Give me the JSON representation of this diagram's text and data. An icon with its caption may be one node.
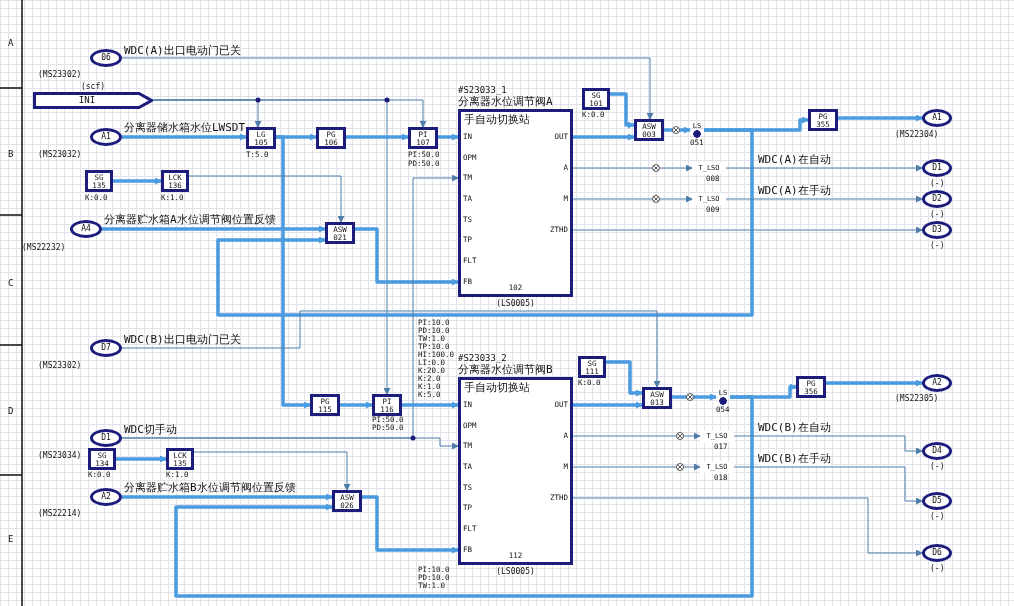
{
  "diagram": {
    "nodes": [
      {
        "text": [
          "06"
        ],
        "beside": [
          "WDC(A)出口电动门已关",
          "(MS23302)"
        ]
      },
      {
        "text": [
          "(scf)",
          "INI"
        ]
      },
      {
        "text": [
          "A1"
        ],
        "beside": [
          "分离器储水箱水位LWSDT",
          "(MS23032)"
        ]
      },
      {
        "text": [
          "LG",
          "105"
        ],
        "beside": [
          "T:5.0"
        ]
      },
      {
        "text": [
          "PG",
          "106"
        ]
      },
      {
        "text": [
          "PI",
          "107"
        ],
        "beside": [
          "PI:50.0",
          "PD:50.0"
        ]
      },
      {
        "text": [
          "SG",
          "135"
        ],
        "beside": [
          "K:0.0"
        ]
      },
      {
        "text": [
          "LCK",
          "136"
        ],
        "beside": [
          "K:1.0"
        ]
      },
      {
        "text": [
          "A4"
        ],
        "beside": [
          "分离器贮水箱A水位调节阀位置反馈",
          "(MS22232)"
        ]
      },
      {
        "text": [
          "ASW",
          "021"
        ]
      },
      {
        "text": [
          "#S23033_1",
          "分离器水位调节阀A",
          "手自动切换站",
          "IN",
          "OPM",
          "TM",
          "TA",
          "TS",
          "TP",
          "FLT",
          "FB",
          "OUT",
          "A",
          "M",
          "ZTHD",
          "102",
          "(LS0005)"
        ],
        "beside": [
          "PI:10.0",
          "PD:10.0",
          "TW:1.0",
          "TP:10.0",
          "HI:100.0",
          "LI:0.0",
          "K:20.0",
          "K:2.0",
          "K:1.0",
          "K:5.0"
        ]
      },
      {
        "text": [
          "SG",
          "101"
        ],
        "beside": [
          "K:0.0"
        ]
      },
      {
        "text": [
          "ASW",
          "003"
        ]
      },
      {
        "text": [
          "LS"
        ],
        "beside": [
          "051"
        ]
      },
      {
        "text": [
          "PG",
          "355"
        ]
      },
      {
        "text": [
          "A1"
        ],
        "beside": [
          "(MS22304)"
        ]
      },
      {
        "text": [
          "D1"
        ],
        "beside": [
          "(-)"
        ]
      },
      {
        "text": [
          "D2"
        ],
        "beside": [
          "(-)"
        ]
      },
      {
        "text": [
          "D3"
        ],
        "beside": [
          "(-)"
        ]
      },
      {
        "text": [
          "T_LSO"
        ],
        "beside": [
          "008"
        ]
      },
      {
        "text": [
          "T_LSO"
        ],
        "beside": [
          "009"
        ]
      },
      {
        "text": [
          "D7"
        ],
        "beside": [
          "WDC(B)出口电动门已关",
          "(MS23302)"
        ]
      },
      {
        "text": [
          "PG",
          "115"
        ]
      },
      {
        "text": [
          "PI",
          "116"
        ],
        "beside": [
          "PI:50.0",
          "PD:50.0"
        ]
      },
      {
        "text": [
          "D1"
        ],
        "beside": [
          "WDC切手动",
          "(MS23034)"
        ]
      },
      {
        "text": [
          "SG",
          "134"
        ],
        "beside": [
          "K:0.0"
        ]
      },
      {
        "text": [
          "LCK",
          "135"
        ],
        "beside": [
          "K:1.0"
        ]
      },
      {
        "text": [
          "A2"
        ],
        "beside": [
          "分离器贮水箱B水位调节阀位置反馈",
          "(MS22214)"
        ]
      },
      {
        "text": [
          "ASW",
          "026"
        ]
      },
      {
        "text": [
          "#S23033_2",
          "分离器水位调节阀B",
          "手自动切换站",
          "IN",
          "OPM",
          "TM",
          "TA",
          "TS",
          "TP",
          "FLT",
          "FB",
          "OUT",
          "A",
          "M",
          "ZTHD",
          "112",
          "(LS0005)"
        ],
        "beside": [
          "PI:10.0",
          "PD:10.0",
          "TW:1.0"
        ]
      },
      {
        "text": [
          "SG",
          "111"
        ],
        "beside": [
          "K:0.0"
        ]
      },
      {
        "text": [
          "ASW",
          "013"
        ]
      },
      {
        "text": [
          "LS"
        ],
        "beside": [
          "054"
        ]
      },
      {
        "text": [
          "PG",
          "356"
        ]
      },
      {
        "text": [
          "A2"
        ],
        "beside": [
          "(MS22305)"
        ]
      },
      {
        "text": [
          "T_LSO"
        ],
        "beside": [
          "017"
        ]
      },
      {
        "text": [
          "T_LSO"
        ],
        "beside": [
          "018"
        ]
      },
      {
        "text": [
          "D4"
        ],
        "beside": [
          "(-)"
        ]
      },
      {
        "text": [
          "D5"
        ],
        "beside": [
          "(-)"
        ]
      },
      {
        "text": [
          "D6"
        ],
        "beside": [
          "(-)"
        ]
      }
    ],
    "edges": [
      {
        "from": 0,
        "to": 12,
        "arrow": "to",
        "color": "#4f7fa8"
      },
      {
        "from": 1,
        "to": 3,
        "arrow": "to",
        "color": "#4f7fa8"
      },
      {
        "from": 1,
        "to": 5,
        "arrow": "to",
        "color": "#4f7fa8"
      },
      {
        "from": 1,
        "to": 23,
        "arrow": "to",
        "color": "#4f7fa8"
      },
      {
        "from": 2,
        "to": 3,
        "arrow": "to"
      },
      {
        "from": 3,
        "to": 4,
        "arrow": "to"
      },
      {
        "from": 3,
        "to": 22,
        "arrow": "to"
      },
      {
        "from": 4,
        "to": 5,
        "arrow": "to"
      },
      {
        "from": 5,
        "to": 10,
        "arrow": "to"
      },
      {
        "from": 6,
        "to": 7,
        "arrow": "to"
      },
      {
        "from": 7,
        "to": 9,
        "arrow": "to",
        "color": "#4f7fa8"
      },
      {
        "from": 8,
        "to": 9,
        "arrow": "to"
      },
      {
        "from": 9,
        "to": 10,
        "arrow": "to"
      },
      {
        "from": 10,
        "to": 12,
        "arrow": "to"
      },
      {
        "from": 11,
        "to": 12,
        "arrow": "to"
      },
      {
        "from": 12,
        "to": 13,
        "arrow": "to"
      },
      {
        "from": 13,
        "to": 14,
        "arrow": "to"
      },
      {
        "from": 14,
        "to": 15,
        "arrow": "to"
      },
      {
        "from": 13,
        "to": 9,
        "arrow": "to"
      },
      {
        "from": 10,
        "to": 19,
        "arrow": "to",
        "color": "#4f7fa8"
      },
      {
        "from": 19,
        "to": 16,
        "arrow": "to",
        "color": "#4f7fa8",
        "label": "WDC(A)在自动"
      },
      {
        "from": 10,
        "to": 20,
        "arrow": "to",
        "color": "#4f7fa8"
      },
      {
        "from": 20,
        "to": 17,
        "arrow": "to",
        "color": "#4f7fa8",
        "label": "WDC(A)在手动"
      },
      {
        "from": 10,
        "to": 18,
        "arrow": "to",
        "color": "#4f7fa8"
      },
      {
        "from": 24,
        "to": 10,
        "arrow": "to",
        "color": "#4f7fa8"
      },
      {
        "from": 21,
        "to": 31,
        "arrow": "to",
        "color": "#4f7fa8"
      },
      {
        "from": 22,
        "to": 23,
        "arrow": "to"
      },
      {
        "from": 23,
        "to": 29,
        "arrow": "to"
      },
      {
        "from": 25,
        "to": 26,
        "arrow": "to"
      },
      {
        "from": 26,
        "to": 28,
        "arrow": "to",
        "color": "#4f7fa8"
      },
      {
        "from": 27,
        "to": 28,
        "arrow": "to"
      },
      {
        "from": 28,
        "to": 29,
        "arrow": "to"
      },
      {
        "from": 29,
        "to": 31,
        "arrow": "to"
      },
      {
        "from": 30,
        "to": 31,
        "arrow": "to"
      },
      {
        "from": 31,
        "to": 32,
        "arrow": "to"
      },
      {
        "from": 32,
        "to": 33,
        "arrow": "to"
      },
      {
        "from": 33,
        "to": 34,
        "arrow": "to"
      },
      {
        "from": 32,
        "to": 28,
        "arrow": "to"
      },
      {
        "from": 29,
        "to": 35,
        "arrow": "to",
        "color": "#4f7fa8"
      },
      {
        "from": 35,
        "to": 37,
        "arrow": "to",
        "color": "#4f7fa8",
        "label": "WDC(B)在自动"
      },
      {
        "from": 29,
        "to": 36,
        "arrow": "to",
        "color": "#4f7fa8"
      },
      {
        "from": 36,
        "to": 38,
        "arrow": "to",
        "color": "#4f7fa8",
        "label": "WDC(B)在手动"
      },
      {
        "from": 29,
        "to": 39,
        "arrow": "to",
        "color": "#4f7fa8"
      },
      {
        "from": 24,
        "to": 29,
        "arrow": "to",
        "color": "#4f7fa8"
      }
    ],
    "labels": [
      "A",
      "B",
      "C",
      "D",
      "E"
    ]
  }
}
